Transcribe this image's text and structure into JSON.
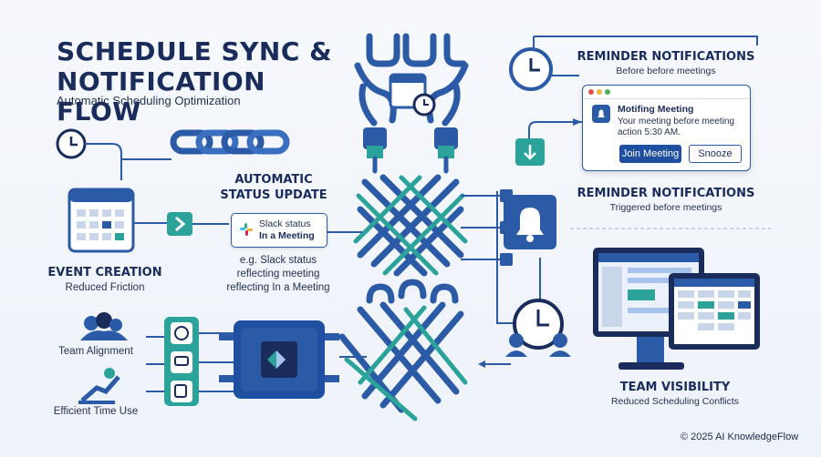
{
  "header": {
    "title": "SCHEDULE SYNC & NOTIFICATION FLOW",
    "subtitle": "Automatic Scheduling Optimization"
  },
  "event_creation": {
    "title": "EVENT CREATION",
    "subtitle": "Reduced Friction"
  },
  "status_update": {
    "title_line1": "AUTOMATIC",
    "title_line2": "STATUS UPDATE",
    "slack_line1": "Slack status",
    "slack_line2": "In a Meeting",
    "example_line1": "e.g. Slack status",
    "example_line2": "reflecting meeting",
    "example_line3": "reflecting In a Meeting"
  },
  "benefits": {
    "team_alignment": "Team Alignment",
    "efficient_time": "Efficient Time Use"
  },
  "reminder_top": {
    "title": "REMINDER NOTIFICATIONS",
    "subtitle": "Before before meetings"
  },
  "notification_popup": {
    "title": "Motifing Meeting",
    "body_line1": "Your meeting before meeting",
    "body_line2": "action 5:30 AM.",
    "join_label": "Join Meeting",
    "snooze_label": "Snooze"
  },
  "reminder_mid": {
    "title": "REMINDER NOTIFICATIONS",
    "subtitle": "Triggered before meetings"
  },
  "team_visibility": {
    "title": "TEAM VISIBILITY",
    "subtitle": "Reduced Scheduling Conflicts"
  },
  "footer": {
    "copyright": "© 2025 AI KnowledgeFlow"
  },
  "colors": {
    "navy": "#1a2c5c",
    "blue": "#2b5aa6",
    "teal": "#2ba39b",
    "light_blue": "#a9c4ec"
  }
}
